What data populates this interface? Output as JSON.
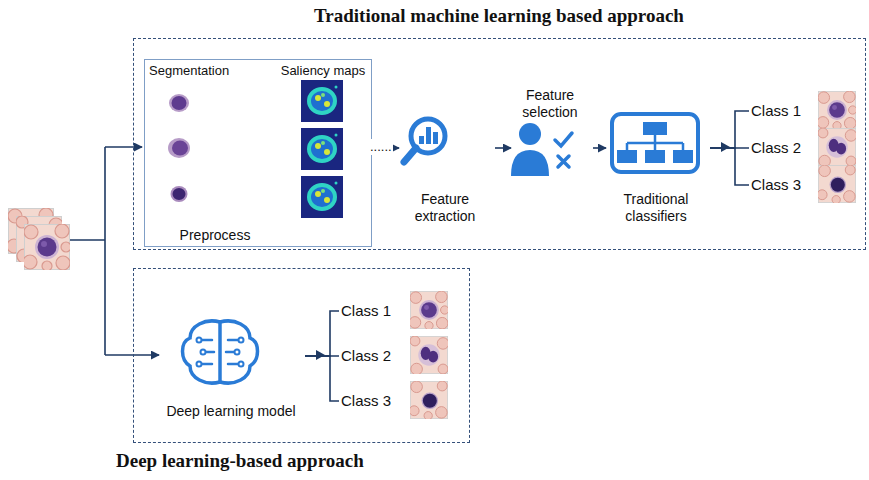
{
  "diagram": {
    "nodes": [
      {
        "text": [
          "Traditional machine learning based approach"
        ]
      },
      {
        "text": [
          "Segmentation",
          "Saliency maps",
          "Preprocess"
        ],
        "in": 0
      },
      {
        "text": [
          "Feature extraction"
        ],
        "in": 0
      },
      {
        "text": [
          "Feature selection"
        ],
        "in": 0
      },
      {
        "text": [
          "Traditional classifiers"
        ],
        "in": 0
      },
      {
        "text": [
          "Class 1"
        ],
        "in": 0
      },
      {
        "text": [
          "Class 2"
        ],
        "in": 0
      },
      {
        "text": [
          "Class 3"
        ],
        "in": 0
      },
      {
        "text": [
          "Deep learning-based approach"
        ]
      },
      {
        "text": [
          "Deep learning model"
        ],
        "in": 8
      },
      {
        "text": [
          "Class 1"
        ],
        "in": 8
      },
      {
        "text": [
          "Class 2"
        ],
        "in": 8
      },
      {
        "text": [
          "Class 3"
        ],
        "in": 8
      }
    ],
    "edges": [
      {
        "from": 1,
        "to": 2,
        "arrow": "to"
      },
      {
        "from": 2,
        "to": 3,
        "arrow": "to"
      },
      {
        "from": 3,
        "to": 4,
        "arrow": "to"
      },
      {
        "from": 4,
        "to": 5,
        "arrow": "none"
      },
      {
        "from": 4,
        "to": 6,
        "arrow": "none"
      },
      {
        "from": 4,
        "to": 7,
        "arrow": "none"
      },
      {
        "from": 9,
        "to": 10,
        "arrow": "none"
      },
      {
        "from": 9,
        "to": 11,
        "arrow": "none"
      },
      {
        "from": 9,
        "to": 12,
        "arrow": "none"
      }
    ],
    "labels": [
      "......"
    ]
  }
}
